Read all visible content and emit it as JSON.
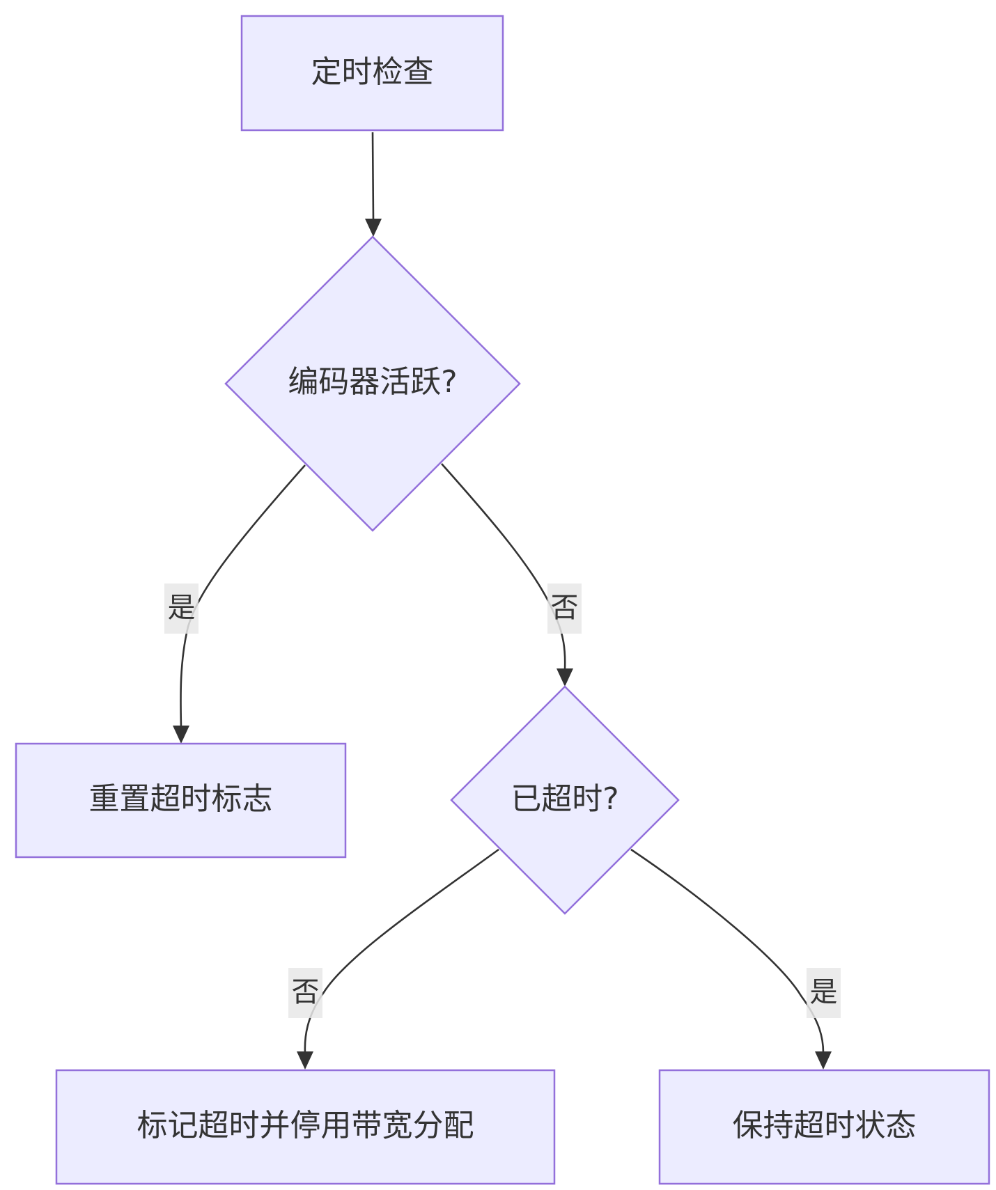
{
  "diagram": {
    "nodes": {
      "timer_check": {
        "label": "定时检查"
      },
      "encoder_active": {
        "label": "编码器活跃?"
      },
      "reset_timeout": {
        "label": "重置超时标志"
      },
      "timed_out": {
        "label": "已超时?"
      },
      "mark_timeout": {
        "label": "标记超时并停用带宽分配"
      },
      "keep_timeout": {
        "label": "保持超时状态"
      }
    },
    "edges": {
      "active_yes": {
        "label": "是"
      },
      "active_no": {
        "label": "否"
      },
      "timeout_no": {
        "label": "否"
      },
      "timeout_yes": {
        "label": "是"
      }
    },
    "colors": {
      "node_fill": "#ECECFF",
      "node_stroke": "#9370DB",
      "edge": "#333333",
      "text": "#333333",
      "edge_label_bg": "#E8E8E8"
    }
  }
}
